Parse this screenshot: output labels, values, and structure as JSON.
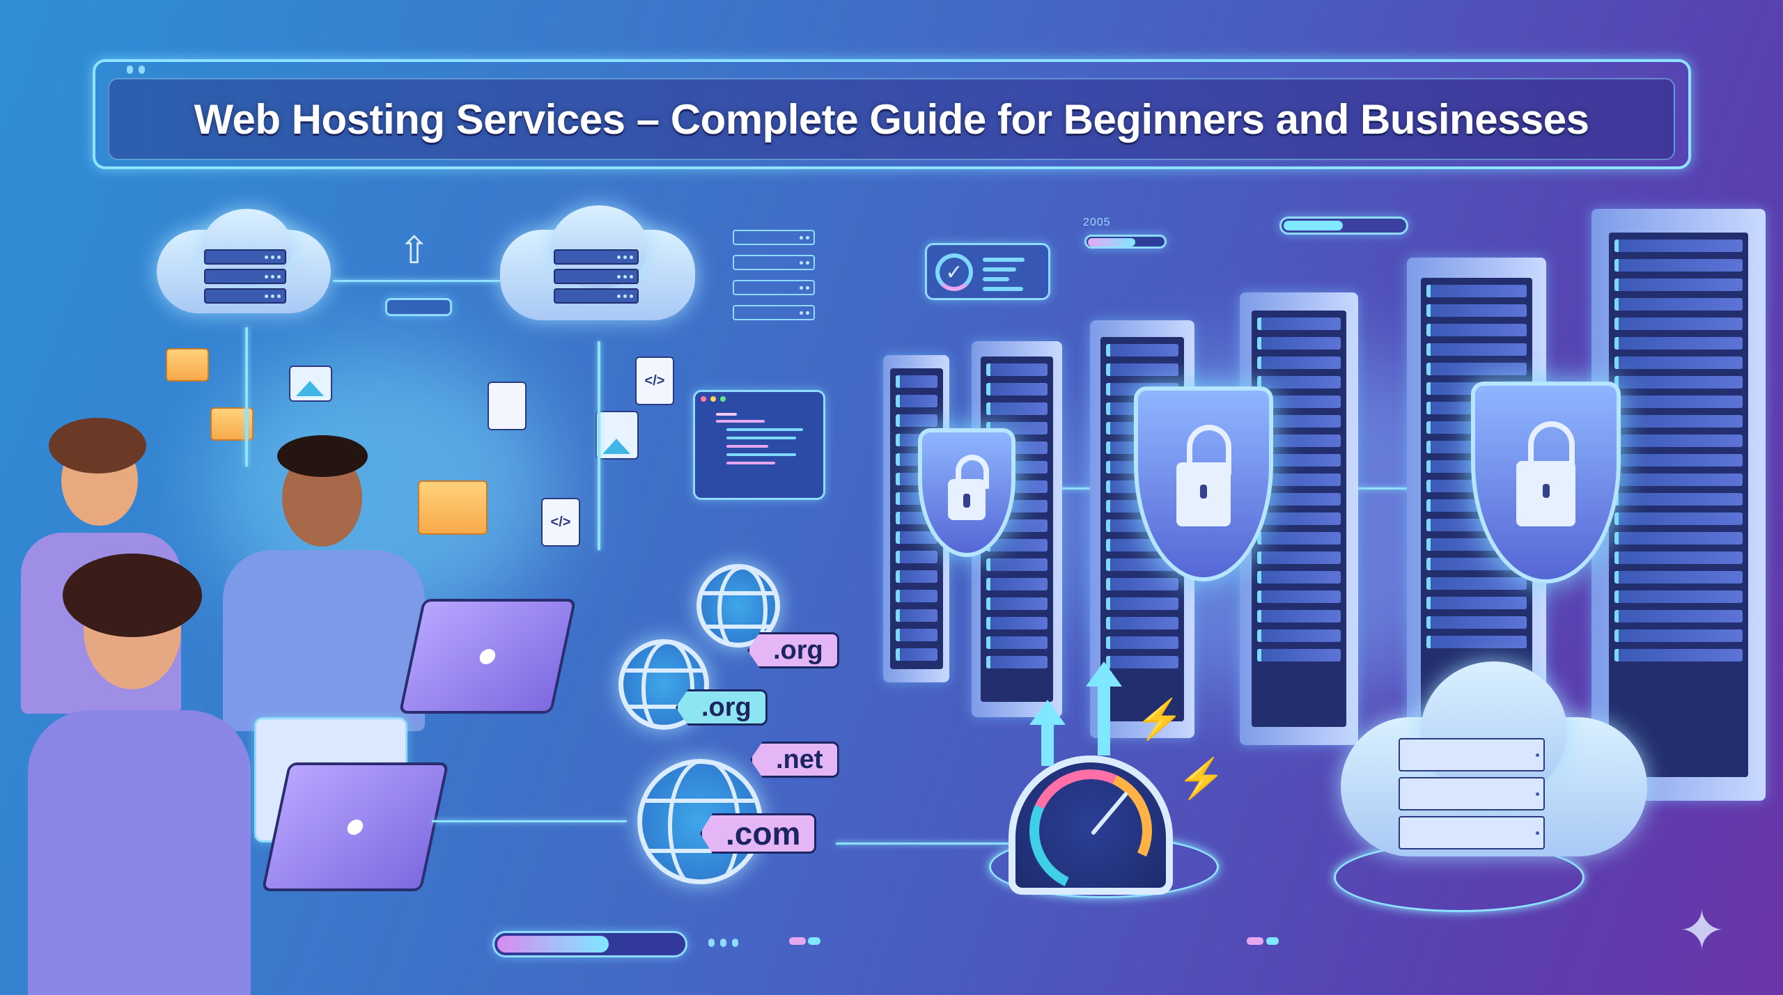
{
  "banner": {
    "title": "Web Hosting Services – Complete Guide for Beginners and Businesses"
  },
  "dashboard": {
    "year_label": "2005"
  },
  "domains": {
    "tags": [
      {
        "label": ".org",
        "color": "#e5b6f5"
      },
      {
        "label": ".org",
        "color": "#8ee5f2"
      },
      {
        "label": ".net",
        "color": "#e5b6f5"
      },
      {
        "label": ".com",
        "color": "#e5b6f5"
      }
    ]
  },
  "files": {
    "code_glyph": "</>"
  },
  "icons": {
    "checkmark": "✓",
    "bolt": "⚡",
    "sparkle": "✦",
    "upload": "⇧"
  },
  "colors": {
    "accent_cyan": "#8fe3ff",
    "accent_pink": "#e5b6f5",
    "background_start": "#2f8fd6",
    "background_end": "#6a35a8"
  }
}
